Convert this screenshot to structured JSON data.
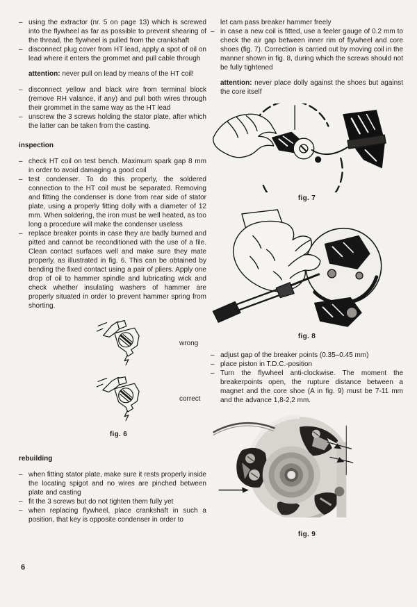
{
  "ui": {
    "dash": "–"
  },
  "page": {
    "number": "6"
  },
  "left": {
    "items_a": [
      "using the extractor (nr. 5 on page 13) which is screwed into the flywheel as far as possible to prevent shearing of the thread, the flywheel is pulled from the crankshaft",
      "disconnect plug cover from HT lead, apply a spot of oil on lead where it enters the grommet and pull cable through"
    ],
    "note": {
      "bold": "attention:",
      "text": " never pull on lead by means of the HT coil!"
    },
    "items_b": [
      "disconnect yellow and black wire from terminal block (remove RH valance, if any) and pull both wires through their grommet in the same way as the HT lead",
      "unscrew the 3 screws holding the stator plate, after which the latter can be taken from the casting."
    ],
    "inspection_heading": "inspection",
    "inspection_items": [
      "check HT coil on test bench. Maximum spark gap 8 mm in order to avoid damaging a good coil",
      "test condenser. To do this properly, the soldered connection to the HT coil must be separated. Removing and fitting the condenser is done from rear side of stator plate, using a properly fitting dolly with a diameter of 12 mm. When soldering, the iron must be well heated, as too long a procedure will make the condenser useless",
      "replace breaker points in case they are badly burned and pitted and cannot be reconditioned with the use of a file. Clean contact surfaces well and make sure they mate properly, as illustrated in fig. 6. This can be obtained by bending the fixed contact using a pair of pliers. Apply one drop of oil to hammer spindle and lubricating wick and check whether insulating washers of hammer are properly situated in order to prevent hammer spring from shorting."
    ],
    "fig6": {
      "label_wrong": "wrong",
      "label_correct": "correct",
      "caption": "fig. 6"
    },
    "rebuilding_heading": "rebuilding",
    "rebuilding_items": [
      "when fitting stator plate, make sure it rests properly inside the locating spigot and no wires are pinched between plate and casting",
      "fit the 3 screws but do not tighten them fully yet",
      "when replacing flywheel, place crankshaft in such a position, that key is opposite condenser in order to"
    ]
  },
  "right": {
    "continuation": "let cam pass breaker hammer freely",
    "coil_item": "in case a new coil is fitted, use a feeler gauge of 0.2 mm to check the air gap between inner rim of flywheel and core shoes (fig. 7). Correction is carried out by moving coil in the manner shown in fig. 8, during which the screws should not be fully tightened",
    "note": {
      "bold": "attention:",
      "text": " never place dolly against the shoes but against the core itself"
    },
    "fig7_caption": "fig. 7",
    "fig8_caption": "fig. 8",
    "adjust_items": [
      "adjust gap of the breaker points (0.35–0.45 mm)",
      "place piston in T.D.C.-position",
      "Turn the flywheel anti-clockwise. The moment the breakerpoints open, the rupture distance between a magnet and the core shoe (A in fig. 9) must be 7-11 mm and the advance 1,8-2,2 mm."
    ],
    "fig9_caption": "fig. 9"
  }
}
